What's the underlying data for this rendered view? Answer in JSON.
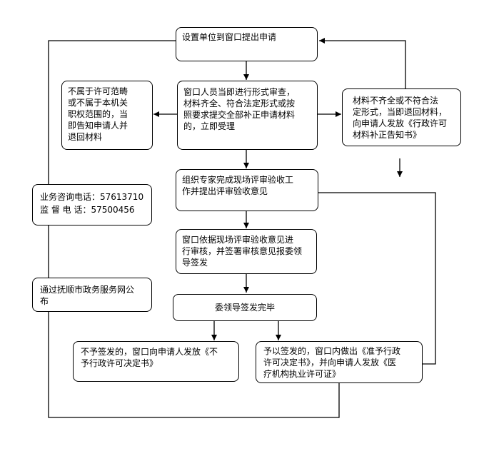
{
  "nodes": {
    "apply": "设置单位到窗口提出申请",
    "review": "窗口人员当即进行形式审查，\n材料齐全、符合法定形式或按\n照要求提交全部补正申请材料\n的，立即受理",
    "out_of_scope": "不属于许可范畴\n或不属于本机关\n职权范围的，当\n即告知申请人并\n退回材料",
    "incomplete": "材料不齐全或不符合法\n定形式，当即退回材料，\n向申请人发放《行政许可\n材料补正告知书》",
    "expert": "组织专家完成现场评审验收工\n作并提出评审验收意见",
    "window_review": "窗口依据现场评审验收意见进\n行审核，并签署审核意见报委领\n导签发",
    "sign": "委领导签发完毕",
    "deny": "不予签发的，窗口向申请人发放《不\n予行政许可决定书》",
    "grant": "予以签发的，窗口内做出《准予行政\n许可决定书》，并向申请人发放《医\n疗机构执业许可证》",
    "phone": "业务咨询电话：57613710\n监 督 电  话：57500456",
    "publish": "通过抚顺市政务服务网公\n布"
  }
}
